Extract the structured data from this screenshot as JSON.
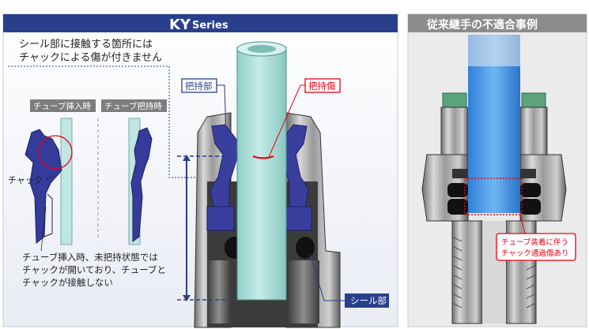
{
  "left_panel": {
    "header_title": "KY",
    "header_sub": "Series",
    "note_line1": "シール部に接触する箇所には",
    "note_line2": "チャックによる傷が付きません",
    "tab_insert": "チューブ挿入時",
    "tab_hold": "チューブ把持時",
    "chuck_label": "チャック",
    "desc_line1": "チューブ挿入時、未把持状態では",
    "desc_line2": "チャックが開いており、チューブと",
    "desc_line3": "チャックが接触しない",
    "label_grip": "把持部",
    "label_grip_scratch": "把持傷",
    "label_seal": "シール部"
  },
  "right_panel": {
    "header_title": "従来継手の不適合事例",
    "callout_line1": "チューブ装着に伴う",
    "callout_line2": "チャック通過傷あり"
  },
  "colors": {
    "header_blue": "#2a3f8c",
    "header_gray": "#8c8c8c",
    "accent_red": "#e60012",
    "tube_teal": "#a9dcd7",
    "chuck_blue": "#3a3f9e",
    "tube_blue": "#3f8fe0"
  }
}
